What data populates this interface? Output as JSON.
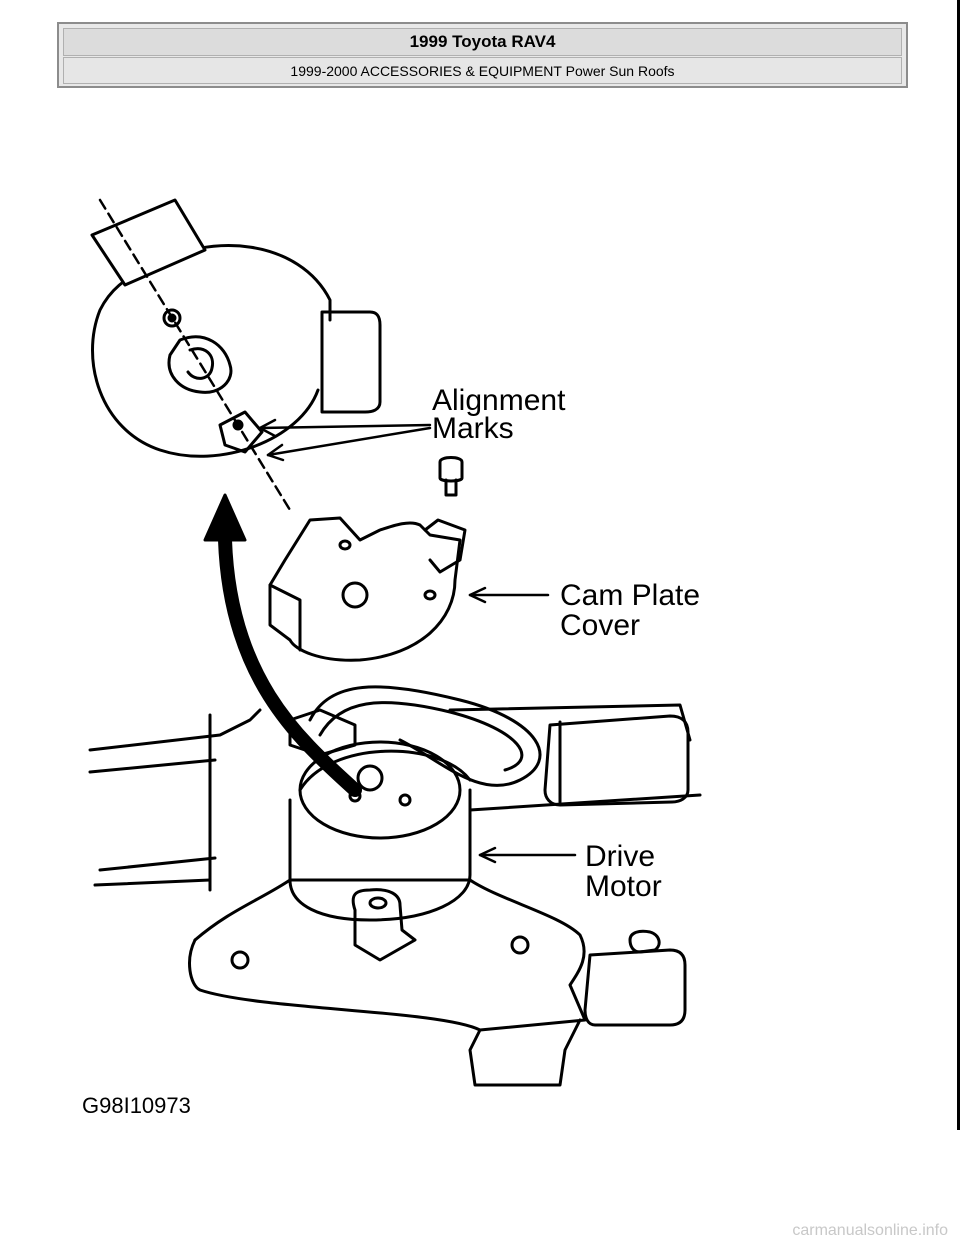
{
  "header": {
    "title": "1999 Toyota RAV4",
    "subtitle": "1999-2000 ACCESSORIES & EQUIPMENT Power Sun Roofs"
  },
  "figure": {
    "labels": {
      "alignment_1": "Alignment",
      "alignment_2": "Marks",
      "cam_1": "Cam Plate",
      "cam_2": "Cover",
      "drive_1": "Drive",
      "drive_2": "Motor"
    },
    "code": "G98I10973"
  },
  "watermark": "carmanualsonline.info"
}
